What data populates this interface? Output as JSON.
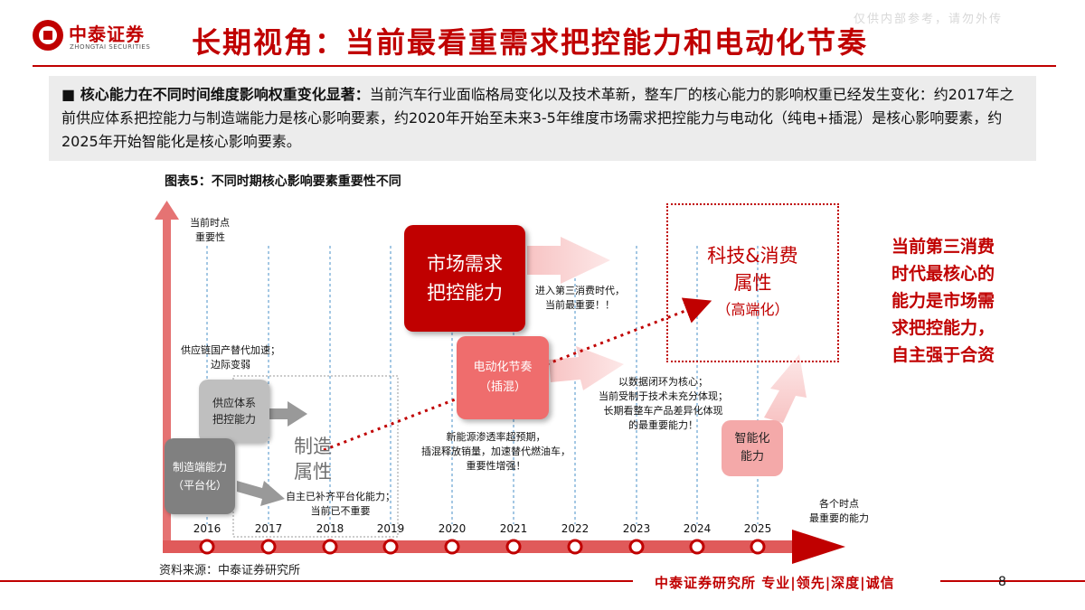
{
  "header": {
    "logo_cn": "中泰证券",
    "logo_en": "ZHONGTAI SECURITIES",
    "title": "长期视角：当前最看重需求把控能力和电动化节奏",
    "watermark": "仅供内部参考，请勿外传"
  },
  "summary": {
    "lead": "■ 核心能力在不同时间维度影响权重变化显著：",
    "body": "当前汽车行业面临格局变化以及技术革新，整车厂的核心能力的影响权重已经发生变化：约2017年之前供应体系把控能力与制造端能力是核心影响要素，约2020年开始至未来3-5年维度市场需求把控能力与电动化（纯电+插混）是核心影响要素，约2025年开始智能化是核心影响要素。"
  },
  "figure": {
    "title": "图表5：不同时期核心影响要素重要性不同",
    "y_axis_label_1": "当前时点",
    "y_axis_label_2": "重要性",
    "x_axis_label_1": "各个时点",
    "x_axis_label_2": "最重要的能力",
    "years": [
      "2016",
      "2017",
      "2018",
      "2019",
      "2020",
      "2021",
      "2022",
      "2023",
      "2024",
      "2025"
    ],
    "boxes": {
      "market_1": "市场需求",
      "market_2": "把控能力",
      "ev_1": "电动化节奏",
      "ev_2": "（插混）",
      "supply_1": "供应体系",
      "supply_2": "把控能力",
      "mfg_1": "制造端能力",
      "mfg_2": "（平台化）",
      "smart_1": "智能化",
      "smart_2": "能力",
      "tech_1": "科技&消费",
      "tech_2": "属性",
      "tech_3": "（高端化）",
      "mfg_attr_1": "制造",
      "mfg_attr_2": "属性"
    },
    "notes": {
      "supply_1": "供应链国产替代加速；",
      "supply_2": "边际变弱",
      "platform_1": "自主已补齐平台化能力；",
      "platform_2": "当前已不重要",
      "market_1": "进入第三消费时代，",
      "market_2": "当前最重要！！",
      "ev_1": "新能源渗透率超预期，",
      "ev_2": "插混释放销量，加速替代燃油车，",
      "ev_3": "重要性增强！",
      "data_1": "以数据闭环为核心；",
      "data_2": "当前受制于技术未充分体现；",
      "data_3": "长期看整车产品差异化体现",
      "data_4": "的最重要能力！"
    },
    "callout_1": "当前第三消费",
    "callout_2": "时代最核心的",
    "callout_3": "能力是市场需",
    "callout_4": "求把控能力，",
    "callout_5": "自主强于合资"
  },
  "source": "资料来源：中泰证券研究所",
  "footer": {
    "text": "中泰证券研究所 专业|领先|深度|诚信",
    "page": "8"
  },
  "colors": {
    "brand_red": "#c00000",
    "light_red": "#ef6d6d",
    "pale_red": "#f4a9a9",
    "dark_gray": "#808080",
    "light_gray": "#bfbfbf",
    "summary_bg": "#ececec"
  }
}
